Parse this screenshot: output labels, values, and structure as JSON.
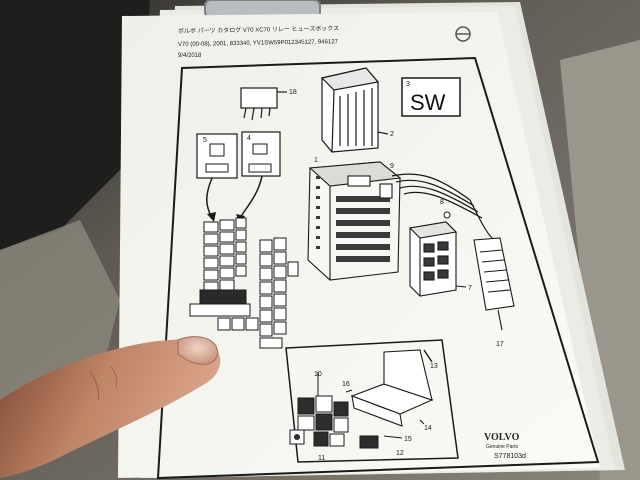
{
  "header": {
    "line1": "ボルボ パーツ カタログ V70 XC70 リレー ヒューズボックス",
    "line2": "V70 (00-08), 2001, 833340, YV1SW59P012345127, 946127",
    "date": "9/4/2018"
  },
  "sw_badge": {
    "number": "3",
    "text": "SW"
  },
  "callouts": [
    {
      "id": "c1",
      "text": "1"
    },
    {
      "id": "c2",
      "text": "2"
    },
    {
      "id": "c3",
      "text": "3"
    },
    {
      "id": "c4",
      "text": "4"
    },
    {
      "id": "c5",
      "text": "5"
    },
    {
      "id": "c7",
      "text": "7"
    },
    {
      "id": "c8",
      "text": "8"
    },
    {
      "id": "c9",
      "text": "9"
    },
    {
      "id": "c10",
      "text": "10"
    },
    {
      "id": "c11",
      "text": "11"
    },
    {
      "id": "c12",
      "text": "12"
    },
    {
      "id": "c13",
      "text": "13"
    },
    {
      "id": "c14",
      "text": "14"
    },
    {
      "id": "c15",
      "text": "15"
    },
    {
      "id": "c16",
      "text": "16"
    },
    {
      "id": "c17",
      "text": "17"
    },
    {
      "id": "c18",
      "text": "18"
    }
  ],
  "footer": {
    "brand": "VOLVO",
    "subtitle": "Genuine Parts",
    "drawing_number": "S778103d"
  },
  "colors": {
    "paper": "#f4f4ef",
    "background": "#6f6b62",
    "skin": "#c98e6c",
    "line": "#1a1a1a"
  }
}
